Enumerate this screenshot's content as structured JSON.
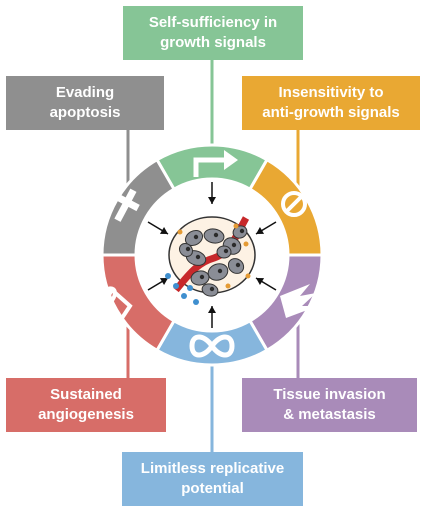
{
  "colors": {
    "green": "#86c596",
    "orange": "#e9a833",
    "purple": "#a98bb9",
    "blue": "#86b6dd",
    "red": "#d76d68",
    "gray": "#8f8f8f",
    "cell_red": "#c7282b",
    "cell_gray": "#8a8d96",
    "cell_blue": "#3f8fcf",
    "cell_orange": "#e59b34"
  },
  "hallmarks": {
    "top": {
      "line1": "Self-sufficiency in",
      "line2": "growth signals",
      "icon": "arrow-icon"
    },
    "tl": {
      "line1": "Evading",
      "line2": "apoptosis",
      "icon": "cross-icon"
    },
    "tr": {
      "line1": "Insensitivity to",
      "line2": "anti-growth signals",
      "icon": "no-entry-icon"
    },
    "bl": {
      "line1": "Sustained",
      "line2": "angiogenesis",
      "icon": "blood-vessel-icon"
    },
    "br": {
      "line1": "Tissue invasion",
      "line2": "& metastasis",
      "icon": "invasion-icon"
    },
    "bottom": {
      "line1": "Limitless replicative",
      "line2": "potential",
      "icon": "infinity-icon"
    }
  }
}
